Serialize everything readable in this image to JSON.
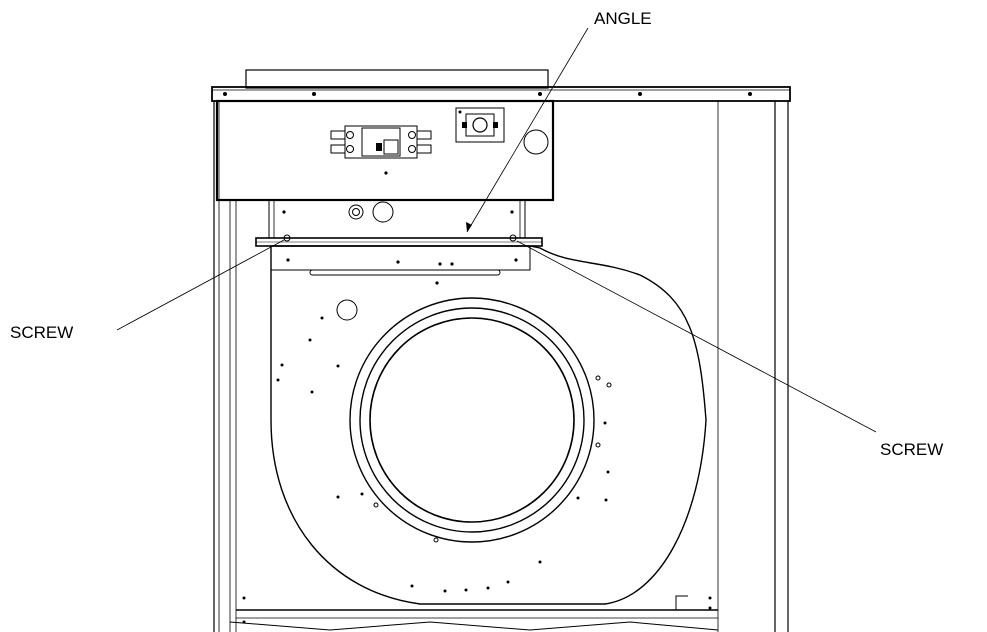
{
  "labels": {
    "angle": "ANGLE",
    "screw_left": "SCREW",
    "screw_right": "SCREW"
  },
  "colors": {
    "line": "#000000",
    "background": "#ffffff"
  }
}
